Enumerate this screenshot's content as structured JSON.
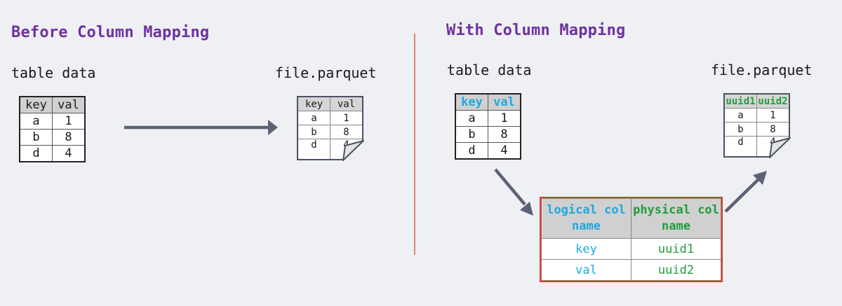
{
  "left": {
    "title": "Before Column Mapping",
    "table_label": "table data",
    "file_label": "file.parquet",
    "table": {
      "headers": [
        "key",
        "val"
      ],
      "rows": [
        [
          "a",
          "1"
        ],
        [
          "b",
          "8"
        ],
        [
          "d",
          "4"
        ]
      ]
    },
    "file": {
      "headers": [
        "key",
        "val"
      ],
      "rows": [
        [
          "a",
          "1"
        ],
        [
          "b",
          "8"
        ],
        [
          "d",
          "4"
        ]
      ]
    }
  },
  "right": {
    "title": "With Column Mapping",
    "table_label": "table data",
    "file_label": "file.parquet",
    "table": {
      "headers": [
        "key",
        "val"
      ],
      "rows": [
        [
          "a",
          "1"
        ],
        [
          "b",
          "8"
        ],
        [
          "d",
          "4"
        ]
      ]
    },
    "file": {
      "headers": [
        "uuid1",
        "uuid2"
      ],
      "rows": [
        [
          "a",
          "1"
        ],
        [
          "b",
          "8"
        ],
        [
          "d",
          "4"
        ]
      ]
    },
    "mapping": {
      "headers": [
        "logical col name",
        "physical col name"
      ],
      "rows": [
        [
          "key",
          "uuid1"
        ],
        [
          "val",
          "uuid2"
        ]
      ]
    }
  },
  "colors": {
    "heading": "#7030a0",
    "logical": "#1fa8e0",
    "physical": "#1f9e3a",
    "mapping_border": "#e23a22",
    "arrow": "#5b6275",
    "divider": "#d98b74"
  }
}
